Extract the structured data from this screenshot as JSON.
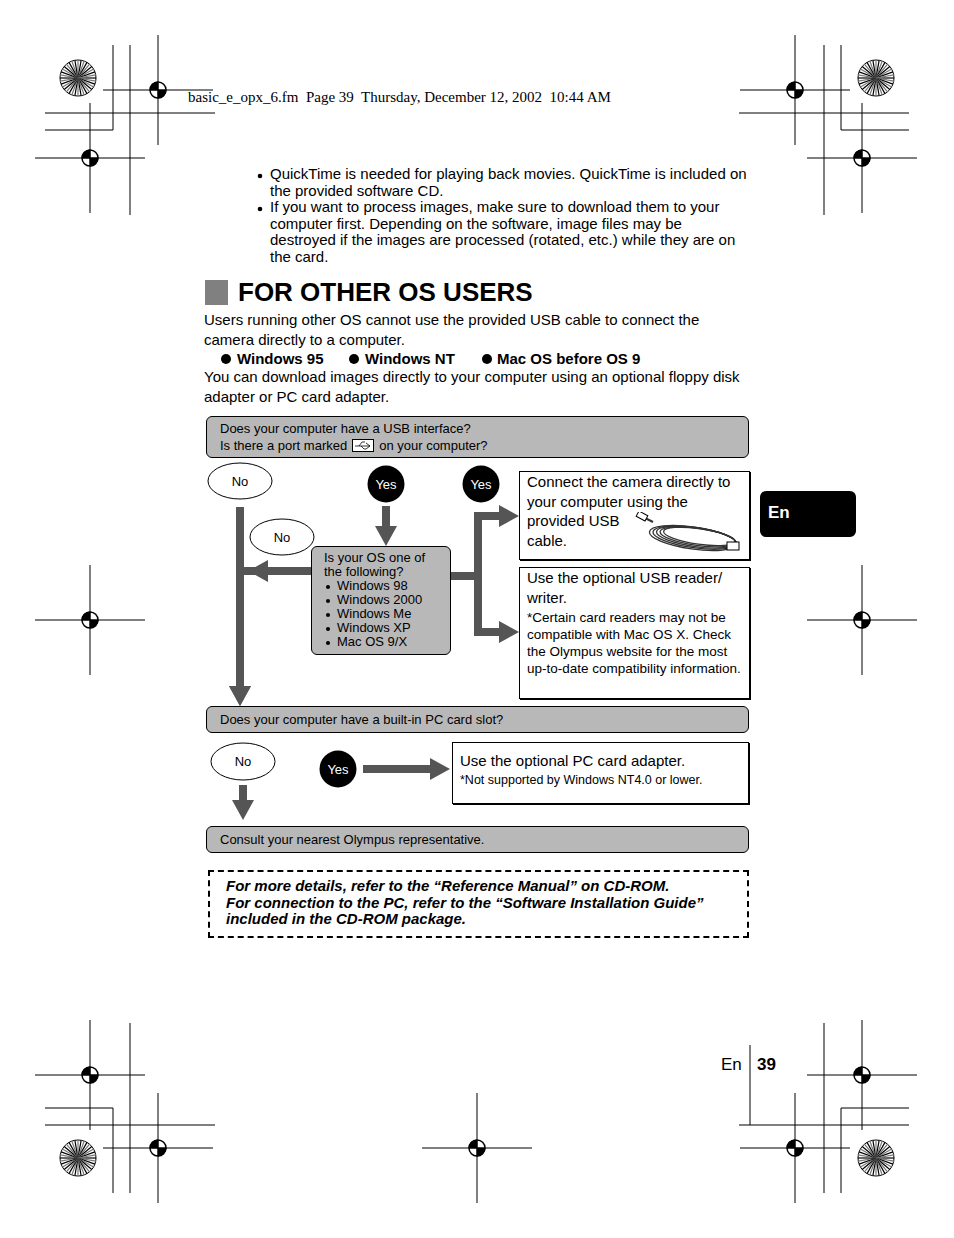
{
  "diagram": {
    "title": "FOR OTHER OS USERS",
    "nodes": [
      {
        "text": [
          "Does your computer have a USB interface?",
          "Is there a port marked",
          "on your computer?"
        ]
      },
      {
        "text": [
          "No"
        ]
      },
      {
        "text": [
          "Yes"
        ]
      },
      {
        "text": [
          "Yes"
        ]
      },
      {
        "text": [
          "No"
        ]
      },
      {
        "text": [
          "Is your OS one of the following?",
          "Windows 98",
          "Windows 2000",
          "Windows Me",
          "Windows XP",
          "Mac OS 9/X"
        ]
      },
      {
        "text": [
          "Connect the camera directly to your computer using the provided USB cable."
        ]
      },
      {
        "text": [
          "Use the optional USB reader/ writer.",
          "*Certain card readers may not be compatible with Mac OS X. Check the Olympus website for the most up-to-date compatibility information."
        ]
      },
      {
        "text": [
          "Does your computer have a built-in PC card slot?"
        ]
      },
      {
        "text": [
          "No"
        ]
      },
      {
        "text": [
          "Yes"
        ]
      },
      {
        "text": [
          "Use the optional PC card adapter.",
          "*Not supported by Windows NT4.0 or lower."
        ]
      },
      {
        "text": [
          "Consult your nearest Olympus representative."
        ]
      },
      {
        "text": [
          "For more details, refer to the “Reference Manual” on CD-ROM.",
          "For connection to the PC, refer to the “Software Installation Guide” included in the CD-ROM package."
        ]
      },
      {
        "text": [
          "En"
        ]
      }
    ],
    "edges": [
      {
        "from": 1,
        "to": 8,
        "arrow": "to"
      },
      {
        "from": 2,
        "to": 5,
        "arrow": "to"
      },
      {
        "from": 5,
        "to": 6,
        "arrow": "to"
      },
      {
        "from": 5,
        "to": 7,
        "arrow": "to"
      },
      {
        "from": 5,
        "to": 8,
        "arrow": "to"
      },
      {
        "from": 10,
        "to": 11,
        "arrow": "to"
      },
      {
        "from": 9,
        "to": 12,
        "arrow": "to"
      }
    ],
    "labels": [
      "basic_e_opx_6.fm  Page 39  Thursday, December 12, 2002  10:44 AM",
      "QuickTime is needed for playing back movies. QuickTime is included on the provided software CD.",
      "If you want to process images, make sure to download them to your computer first. Depending on the software, image files may be destroyed if the images are processed (rotated, etc.) while they are on the card.",
      "Users running other OS cannot use the provided USB cable to connect the camera directly to a computer.",
      "Windows 95",
      "Windows NT",
      "Mac OS before OS 9",
      "You can download images directly to your computer using an optional floppy disk adapter or PC card adapter.",
      "En",
      "39"
    ]
  }
}
